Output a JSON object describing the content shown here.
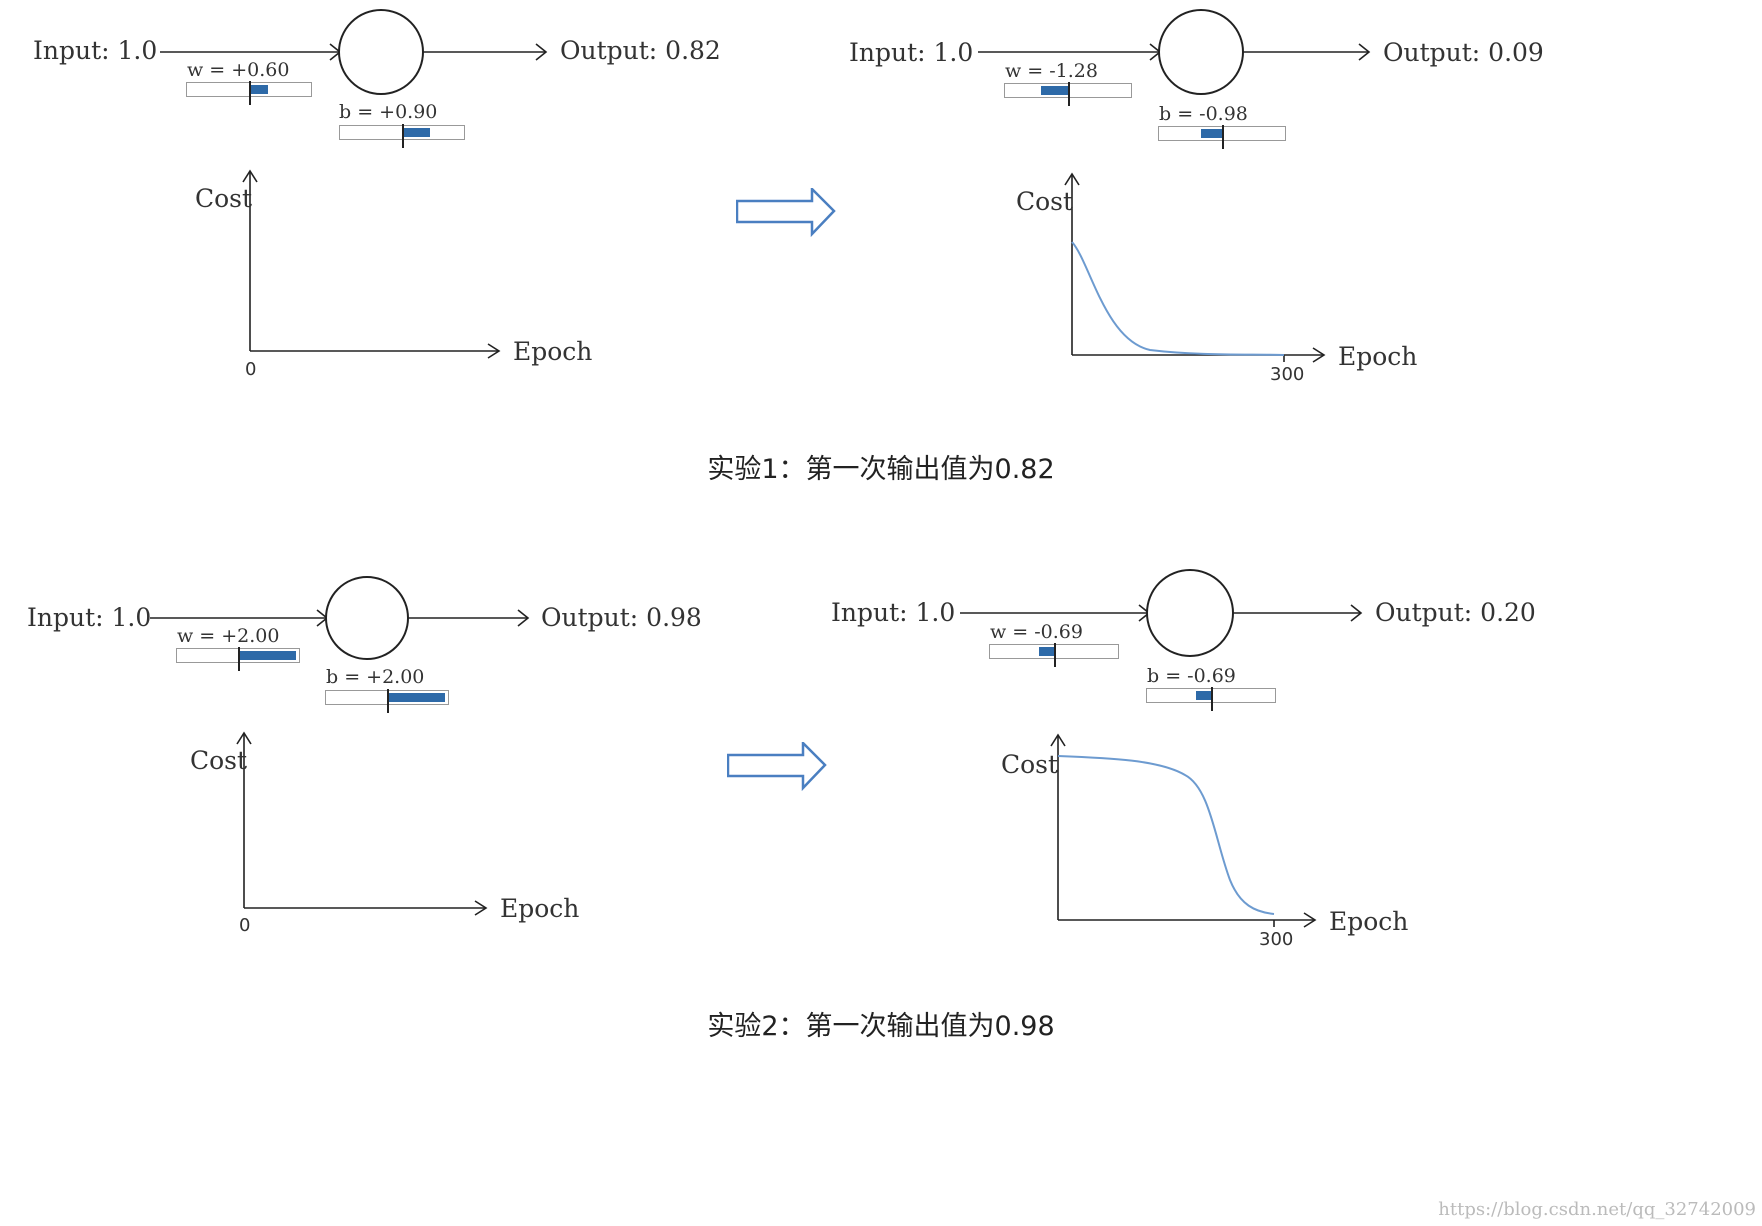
{
  "colors": {
    "accent": "#2e6aa8",
    "curve": "#6d9bd0",
    "arrow": "#4a7fc1",
    "line": "#222222"
  },
  "experiments": [
    {
      "before": {
        "input": "Input: 1.0",
        "output": "Output: 0.82",
        "w_label": "w = +0.60",
        "b_label": "b = +0.90",
        "w_value": 0.6,
        "b_value": 0.9,
        "cost_label": "Cost",
        "epoch_label": "Epoch",
        "x_tick": "0"
      },
      "after": {
        "input": "Input: 1.0",
        "output": "Output: 0.09",
        "w_label": "w = -1.28",
        "b_label": "b = -0.98",
        "w_value": -1.28,
        "b_value": -0.98,
        "cost_label": "Cost",
        "epoch_label": "Epoch",
        "x_tick": "300",
        "curve_shape": "fast-decay"
      },
      "caption": "实验1：第一次输出值为0.82"
    },
    {
      "before": {
        "input": "Input: 1.0",
        "output": "Output: 0.98",
        "w_label": "w = +2.00",
        "b_label": "b = +2.00",
        "w_value": 2.0,
        "b_value": 2.0,
        "cost_label": "Cost",
        "epoch_label": "Epoch",
        "x_tick": "0"
      },
      "after": {
        "input": "Input: 1.0",
        "output": "Output: 0.20",
        "w_label": "w = -0.69",
        "b_label": "b = -0.69",
        "w_value": -0.69,
        "b_value": -0.69,
        "cost_label": "Cost",
        "epoch_label": "Epoch",
        "x_tick": "300",
        "curve_shape": "slow-plateau"
      },
      "caption": "实验2：第一次输出值为0.98"
    }
  ],
  "watermark": "https://blog.csdn.net/qq_32742009"
}
